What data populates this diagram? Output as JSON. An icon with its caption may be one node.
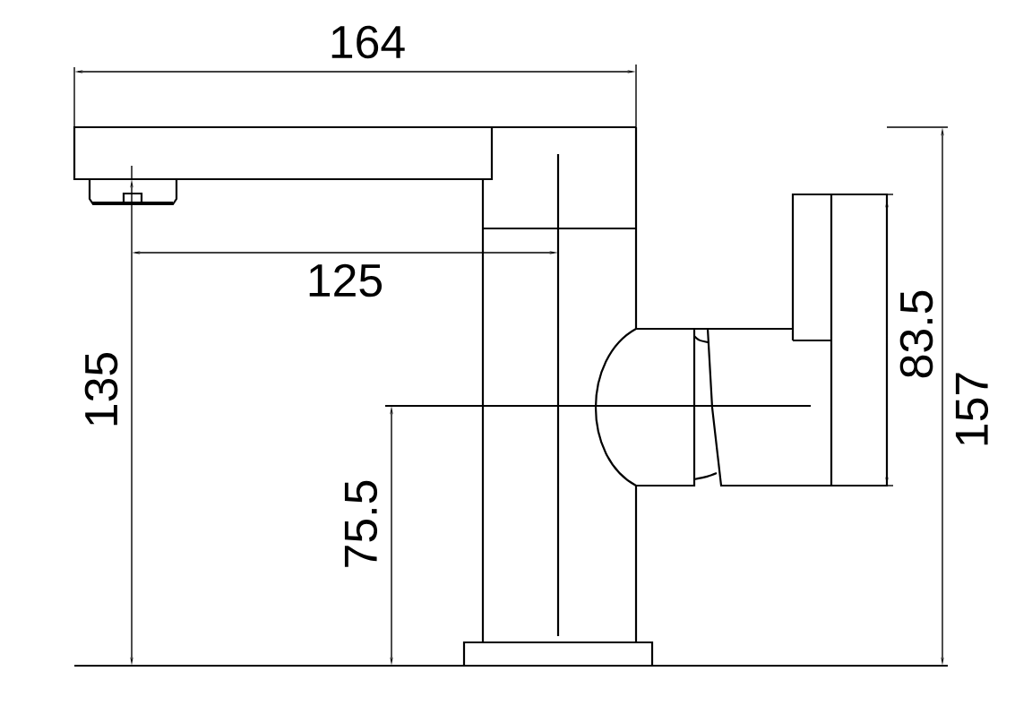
{
  "diagram": {
    "labels": [
      "164",
      "125",
      "135",
      "75.5",
      "83.5",
      "157"
    ]
  }
}
